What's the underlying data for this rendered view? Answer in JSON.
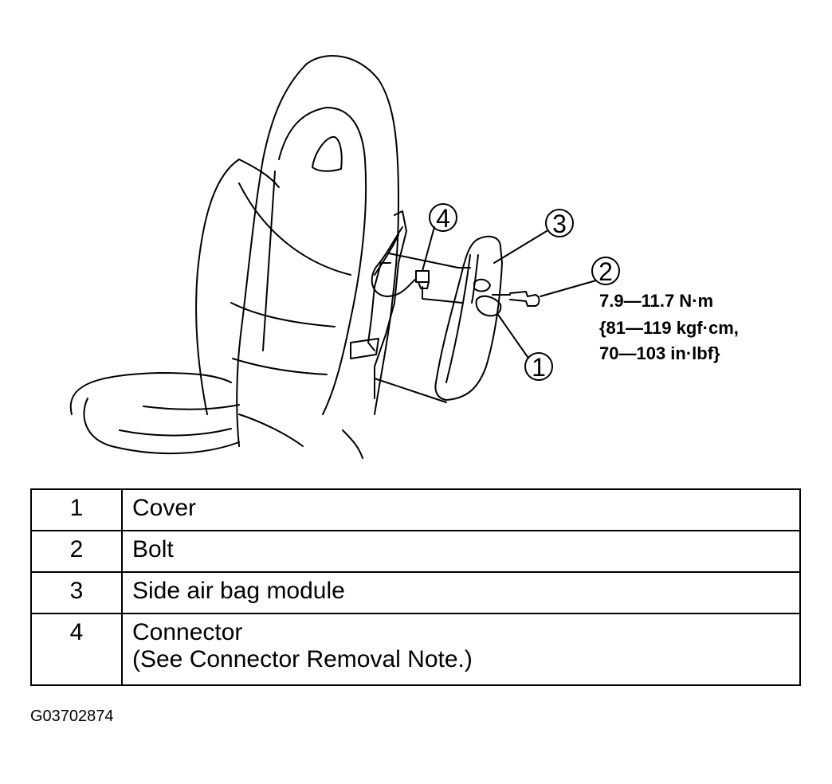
{
  "callouts": [
    "1",
    "2",
    "3",
    "4"
  ],
  "torque_spec": {
    "line1": "7.9—11.7 N·m",
    "line2": "{81—119 kgf·cm,",
    "line3": "70—103 in·lbf}"
  },
  "parts": [
    {
      "num": "1",
      "name": "Cover",
      "note": ""
    },
    {
      "num": "2",
      "name": "Bolt",
      "note": ""
    },
    {
      "num": "3",
      "name": "Side air bag module",
      "note": ""
    },
    {
      "num": "4",
      "name": "Connector",
      "note": "(See Connector Removal Note.)"
    }
  ],
  "figure_code": "G03702874"
}
